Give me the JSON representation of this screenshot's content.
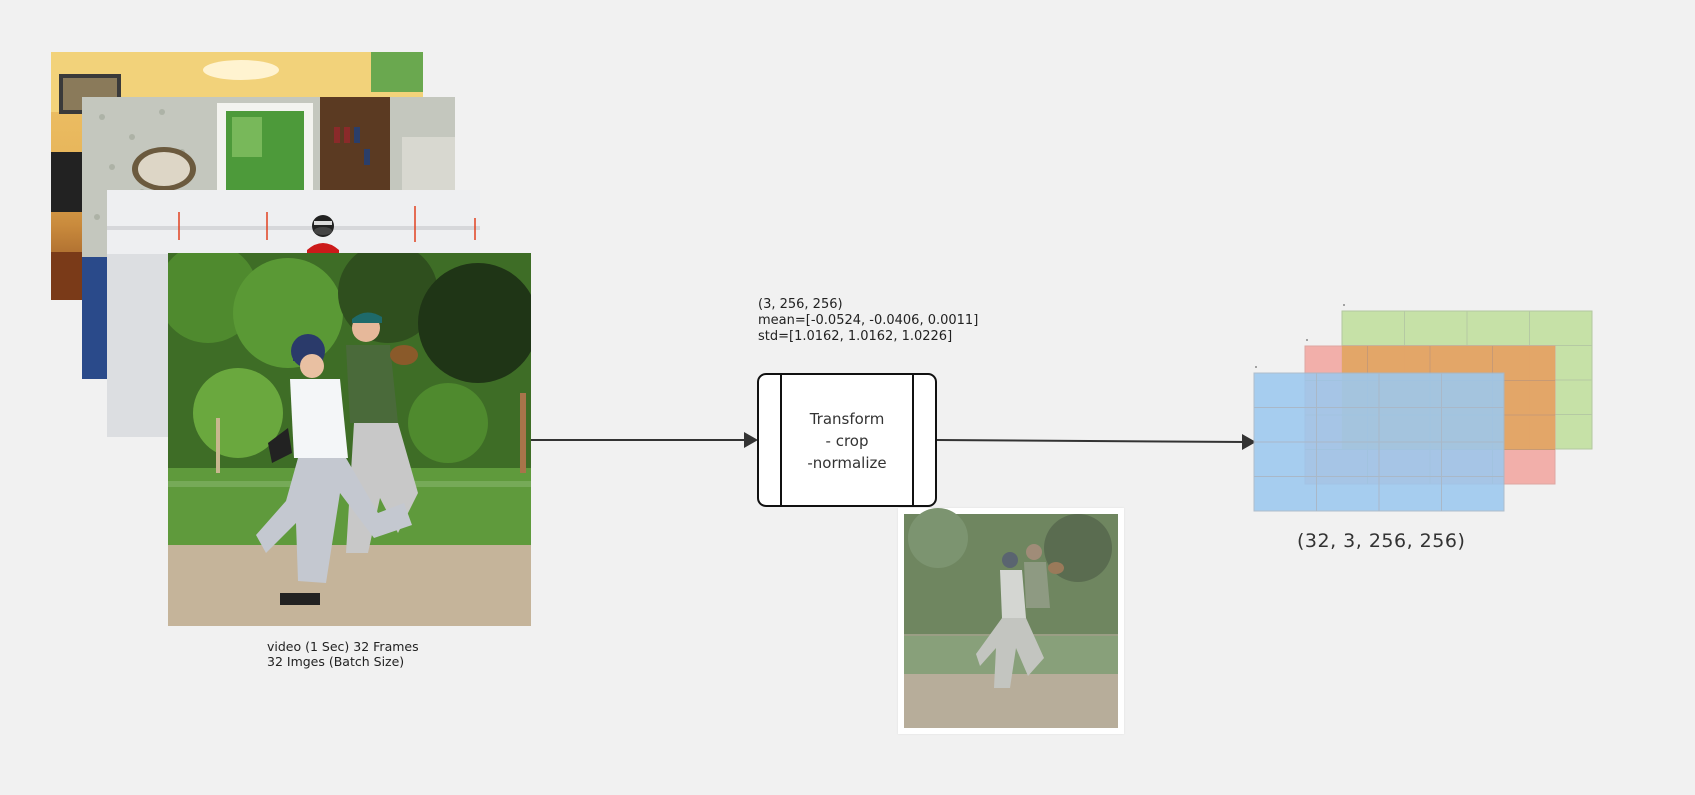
{
  "input": {
    "caption_line1": "video (1 Sec) 32 Frames",
    "caption_line2": "32 Imges (Batch Size)"
  },
  "transform": {
    "spec_line1": "(3, 256, 256)",
    "spec_line2": "mean=[-0.0524, -0.0406, 0.0011]",
    "spec_line3": "std=[1.0162, 1.0162, 1.0226]",
    "title": "Transform",
    "step1": "- crop",
    "step2": "-normalize"
  },
  "output": {
    "shape_label": "(32, 3, 256, 256)"
  },
  "colors": {
    "arrow": "#333333",
    "tensor_blue": "#9cc9ef",
    "tensor_red": "#f3a19b",
    "tensor_orange": "#e2a55f",
    "tensor_green": "#c6e1a7"
  }
}
